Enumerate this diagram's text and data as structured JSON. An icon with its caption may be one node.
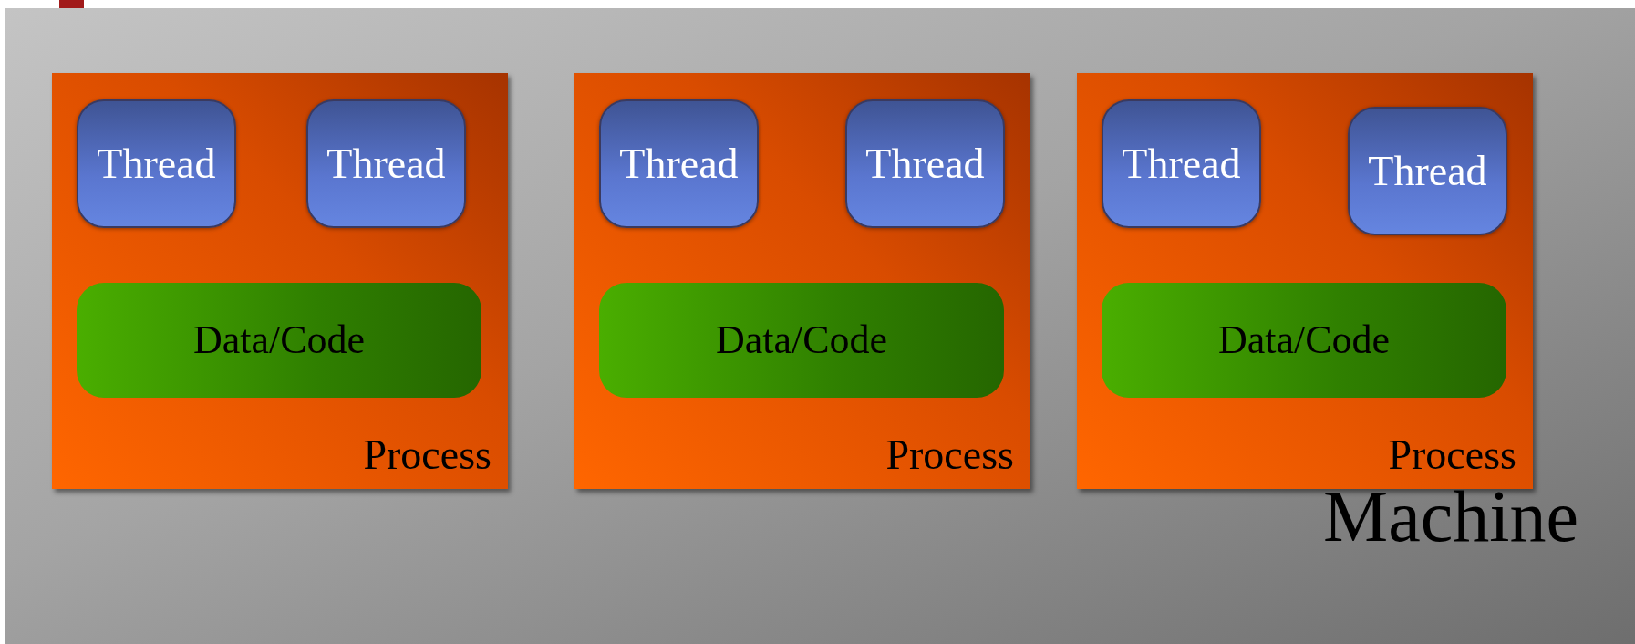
{
  "diagram": {
    "nodes": [
      {
        "text": [
          "Machine"
        ]
      },
      {
        "text": [
          "Process"
        ],
        "in": 0
      },
      {
        "text": [
          "Thread"
        ],
        "in": 1
      },
      {
        "text": [
          "Thread"
        ],
        "in": 1
      },
      {
        "text": [
          "Data/Code"
        ],
        "in": 1
      },
      {
        "text": [
          "Process"
        ],
        "in": 0
      },
      {
        "text": [
          "Thread"
        ],
        "in": 5
      },
      {
        "text": [
          "Thread"
        ],
        "in": 5
      },
      {
        "text": [
          "Data/Code"
        ],
        "in": 5
      },
      {
        "text": [
          "Process"
        ],
        "in": 0
      },
      {
        "text": [
          "Thread"
        ],
        "in": 9
      },
      {
        "text": [
          "Thread"
        ],
        "in": 9
      },
      {
        "text": [
          "Data/Code"
        ],
        "in": 9
      }
    ]
  }
}
